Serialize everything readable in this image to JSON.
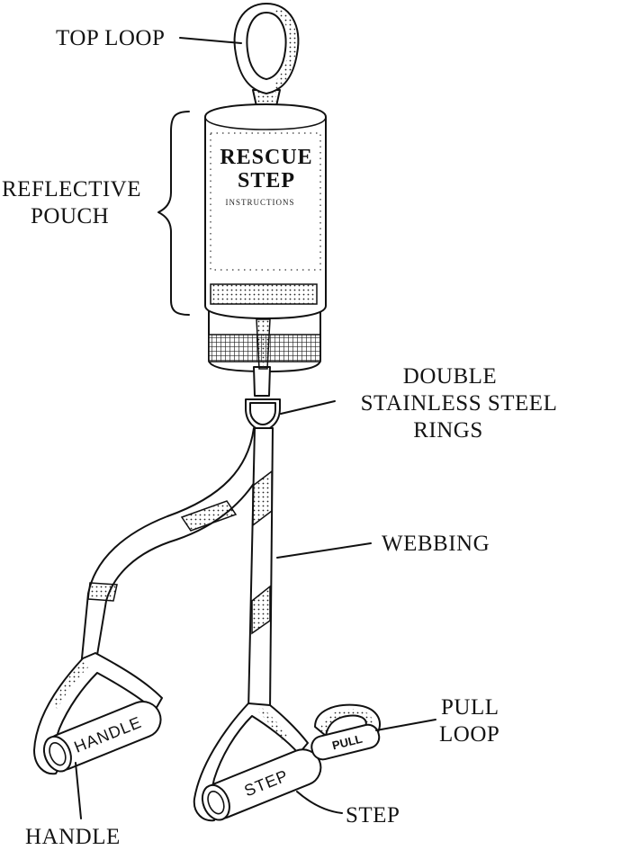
{
  "labels": {
    "top_loop": "TOP LOOP",
    "reflective_pouch_line1": "REFLECTIVE",
    "reflective_pouch_line2": "POUCH",
    "double_rings_line1": "DOUBLE",
    "double_rings_line2": "STAINLESS STEEL",
    "double_rings_line3": "RINGS",
    "webbing": "WEBBING",
    "pull_loop_line1": "PULL",
    "pull_loop_line2": "LOOP",
    "step": "STEP",
    "handle": "HANDLE"
  },
  "pouch": {
    "title_line1": "RESCUE",
    "title_line2": "STEP",
    "subtitle": "INSTRUCTIONS"
  },
  "grips": {
    "handle_text": "HANDLE",
    "step_text": "STEP",
    "pull_text": "PULL"
  }
}
